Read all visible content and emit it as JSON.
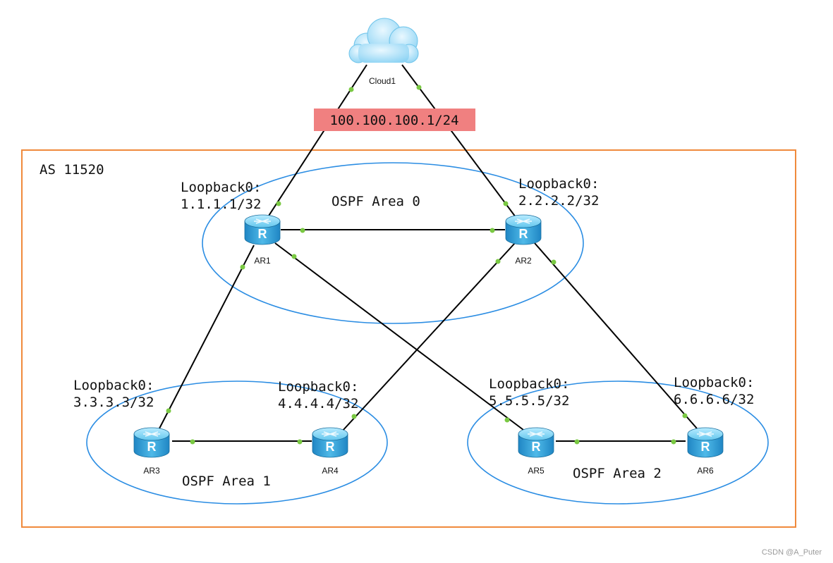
{
  "as_label": "AS 11520",
  "cloud": {
    "name": "Cloud1",
    "ip": "100.100.100.1/24"
  },
  "routers": [
    {
      "name": "AR1",
      "loopback_label": "Loopback0:",
      "loopback_ip": "1.1.1.1/32"
    },
    {
      "name": "AR2",
      "loopback_label": "Loopback0:",
      "loopback_ip": "2.2.2.2/32"
    },
    {
      "name": "AR3",
      "loopback_label": "Loopback0:",
      "loopback_ip": "3.3.3.3/32"
    },
    {
      "name": "AR4",
      "loopback_label": "Loopback0:",
      "loopback_ip": "4.4.4.4/32"
    },
    {
      "name": "AR5",
      "loopback_label": "Loopback0:",
      "loopback_ip": "5.5.5.5/32"
    },
    {
      "name": "AR6",
      "loopback_label": "Loopback0:",
      "loopback_ip": "6.6.6.6/32"
    }
  ],
  "areas": [
    {
      "label": "OSPF Area 0"
    },
    {
      "label": "OSPF Area 1"
    },
    {
      "label": "OSPF Area 2"
    }
  ],
  "links": [
    {
      "from": "Cloud1",
      "to": "AR1"
    },
    {
      "from": "Cloud1",
      "to": "AR2"
    },
    {
      "from": "AR1",
      "to": "AR2"
    },
    {
      "from": "AR1",
      "to": "AR3"
    },
    {
      "from": "AR1",
      "to": "AR5"
    },
    {
      "from": "AR2",
      "to": "AR4"
    },
    {
      "from": "AR2",
      "to": "AR6"
    },
    {
      "from": "AR3",
      "to": "AR4"
    },
    {
      "from": "AR5",
      "to": "AR6"
    }
  ],
  "colors": {
    "as_border": "#f08a3c",
    "area_outline": "#2b8de3",
    "ip_highlight": "#f08080",
    "router_body": "#35a8dc",
    "port_dot": "#7ac943"
  },
  "watermark": "CSDN @A_Puter"
}
